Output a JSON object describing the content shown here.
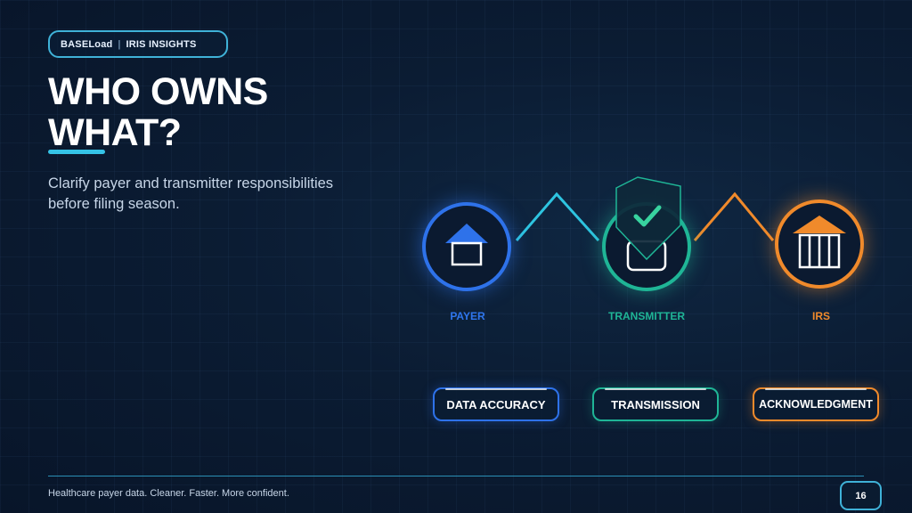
{
  "brand": {
    "name": "BASELoad",
    "separator": "|",
    "section": "IRIS INSIGHTS"
  },
  "title_line1": "WHO OWNS",
  "title_line2": "WHAT?",
  "subtitle_line1": "Clarify payer and transmitter responsibilities",
  "subtitle_line2": "before filing season.",
  "nodes": [
    {
      "label": "PAYER",
      "color": "#2e72ea",
      "icon": "house-icon"
    },
    {
      "label": "TRANSMITTER",
      "color": "#1fb596",
      "icon": "shield-check-icon"
    },
    {
      "label": "IRS",
      "color": "#f08a2b",
      "icon": "government-building-icon"
    }
  ],
  "responsibilities": [
    {
      "label": "DATA ACCURACY",
      "color": "#2e72ea"
    },
    {
      "label": "TRANSMISSION",
      "color": "#1fb596"
    },
    {
      "label": "ACKNOWLEDGMENT",
      "color": "#f08a2b"
    }
  ],
  "footer": {
    "tagline": "Healthcare payer data. Cleaner. Faster. More confident.",
    "page_number": "16"
  }
}
